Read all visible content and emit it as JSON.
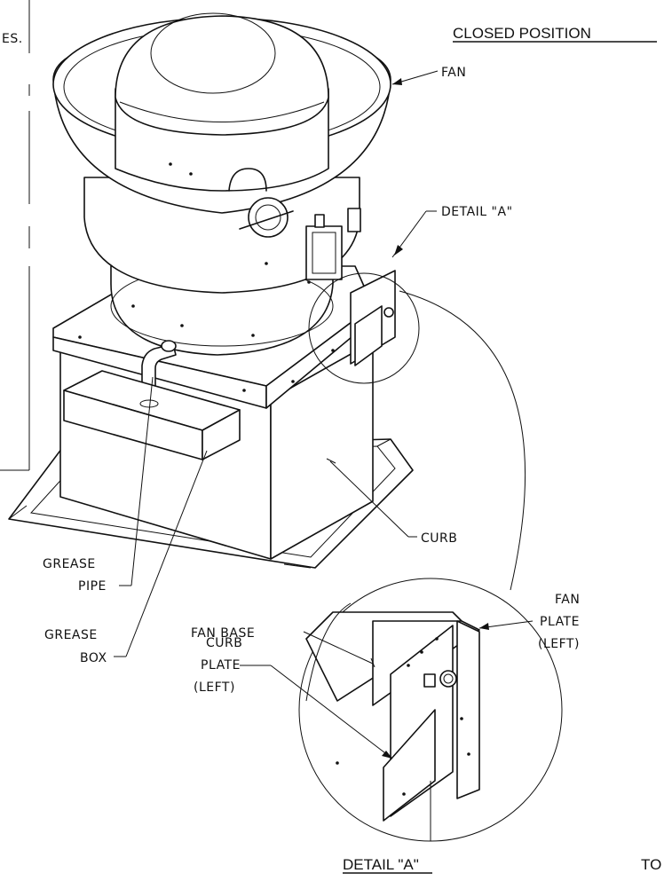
{
  "labels": {
    "view_title": "CLOSED POSITION",
    "detail_title": "DETAIL \"A\"",
    "fan": "FAN",
    "detail_callout": "DETAIL \"A\"",
    "curb": "CURB",
    "grease_pipe_1": "GREASE",
    "grease_pipe_2": "PIPE",
    "grease_box_1": "GREASE",
    "grease_box_2": "BOX",
    "fan_base": "FAN BASE",
    "curb_plate_1": "CURB",
    "curb_plate_2": "PLATE",
    "curb_plate_3": "(LEFT)",
    "fan_plate_1": "FAN",
    "fan_plate_2": "PLATE",
    "fan_plate_3": "(LEFT)",
    "left_fragment": "ES.",
    "bottom_fragment": "TO"
  }
}
